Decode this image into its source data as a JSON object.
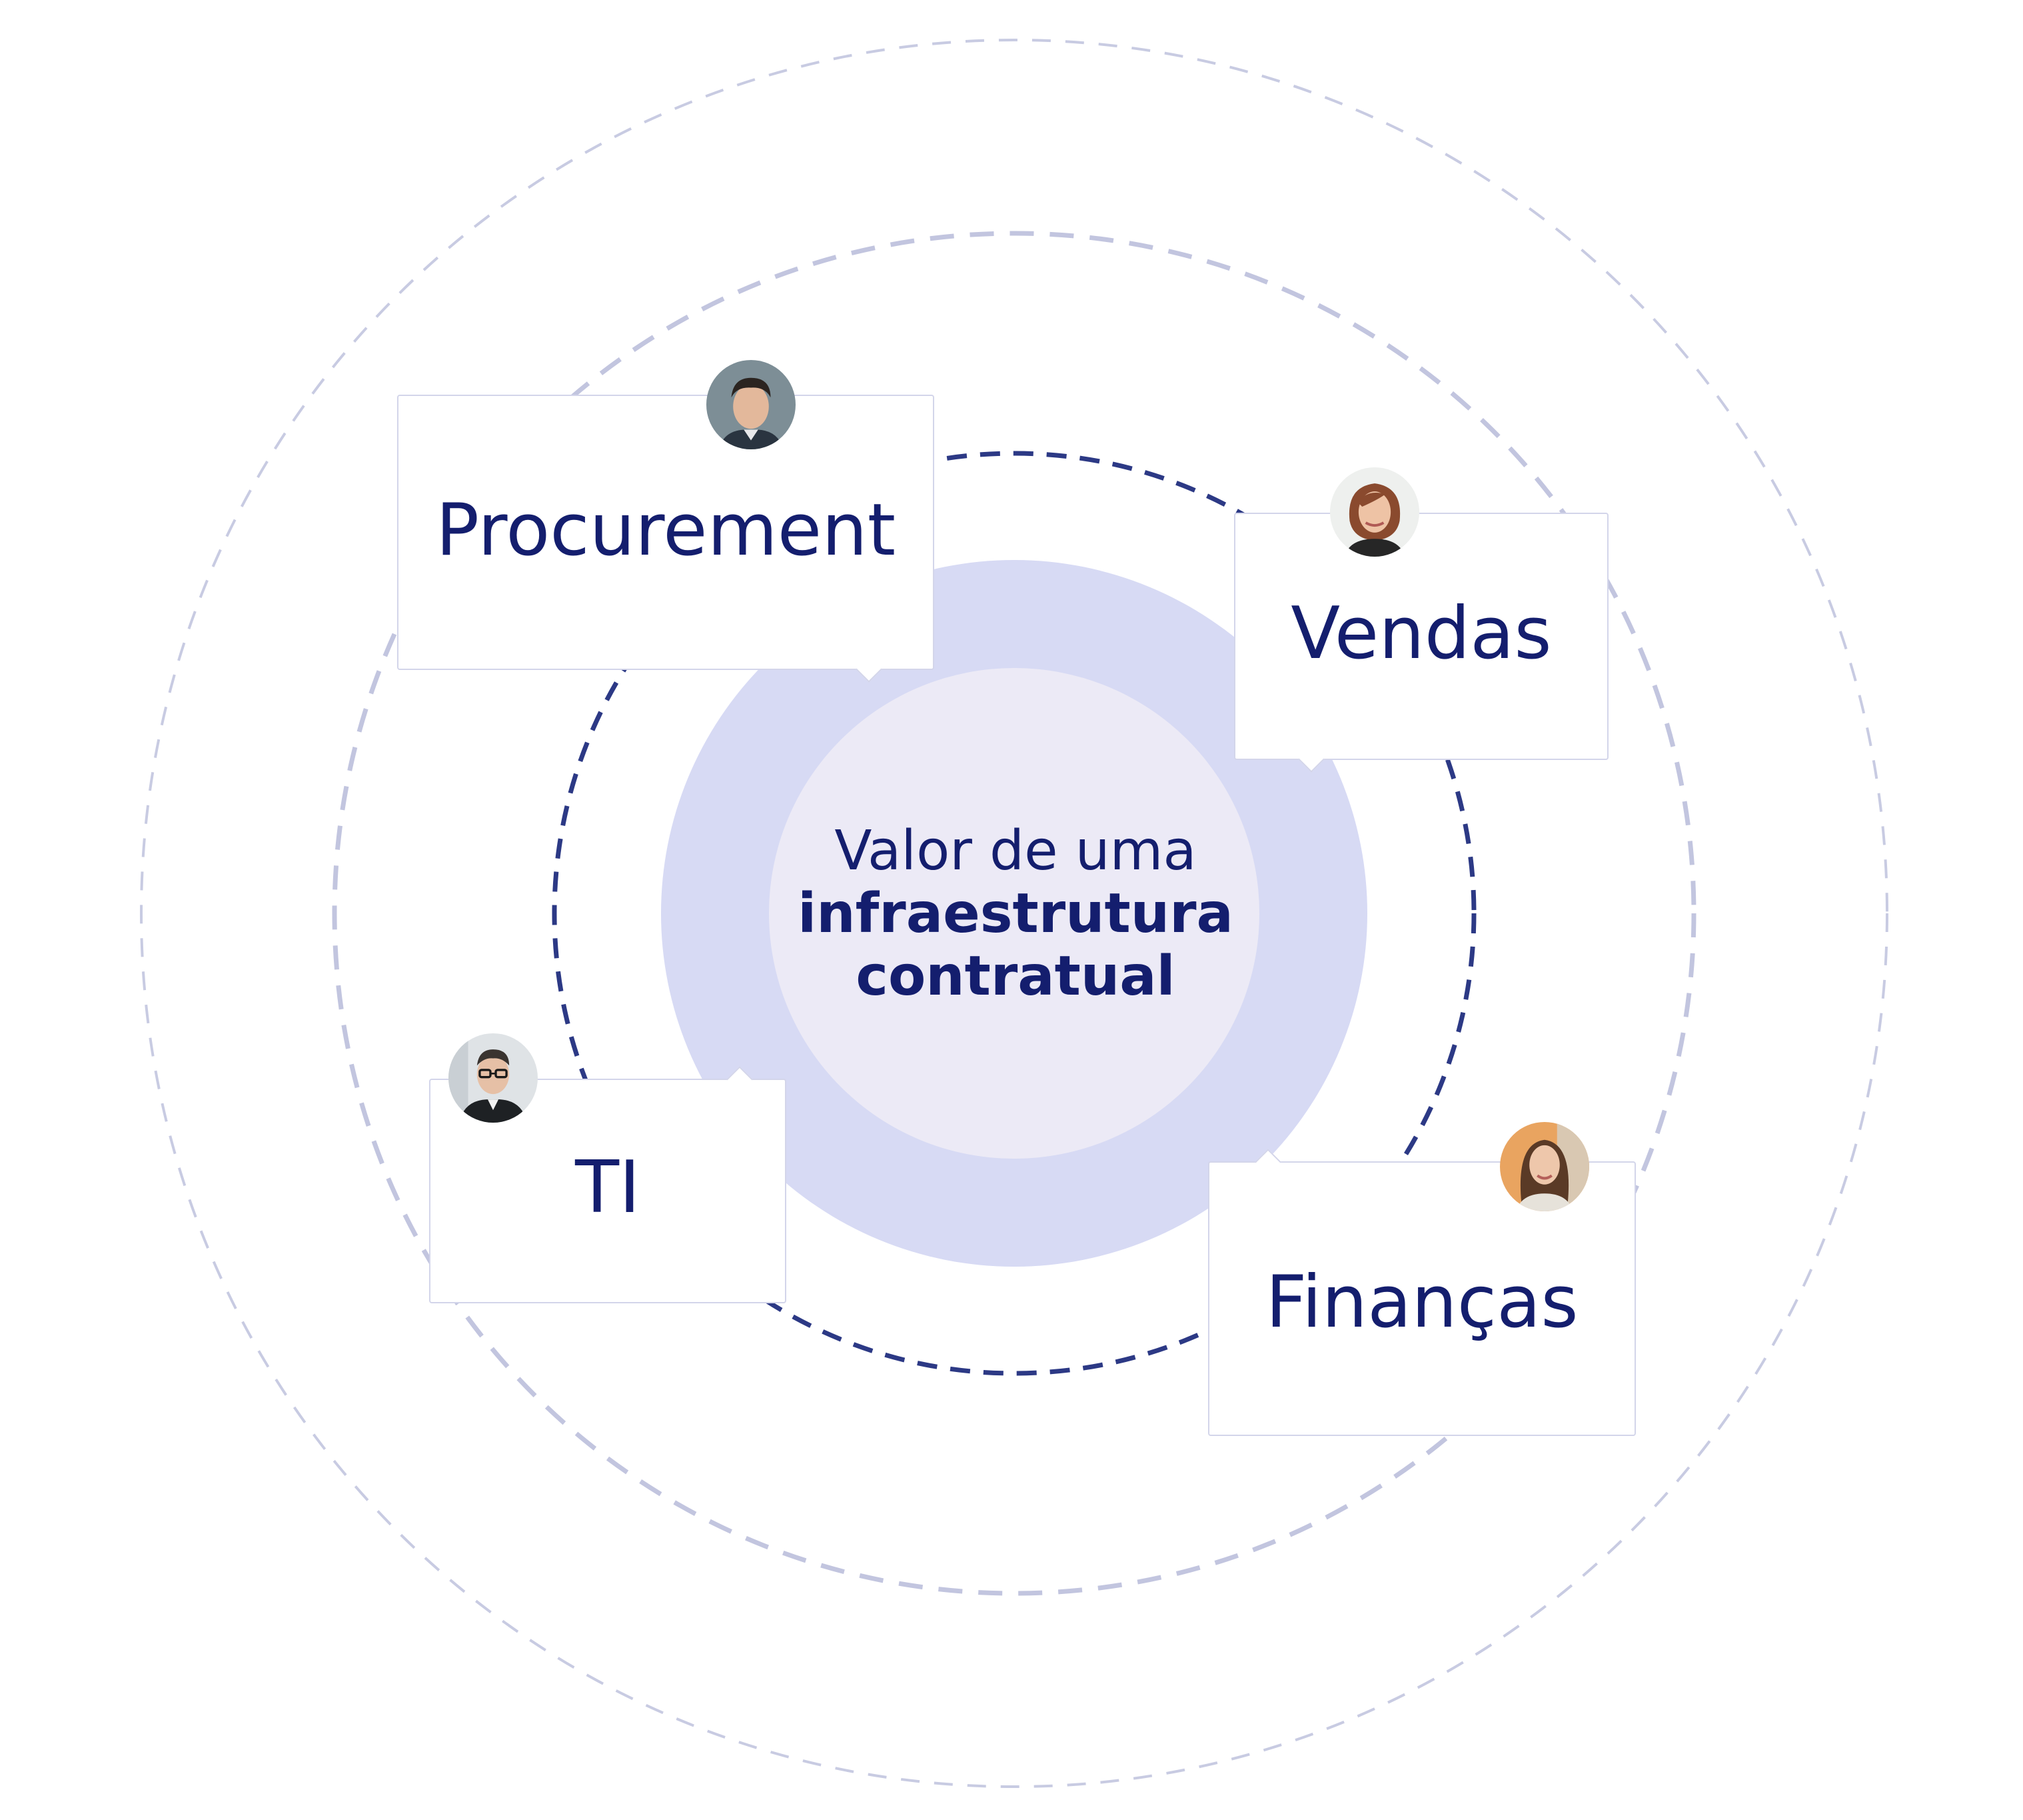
{
  "center": {
    "line1": "Valor de uma",
    "line2": "infraestrutura",
    "line3": "contratual"
  },
  "departments": {
    "procurement": {
      "label": "Procurement",
      "avatar": "man-short-dark-hair-avatar"
    },
    "vendas": {
      "label": "Vendas",
      "avatar": "woman-auburn-hair-avatar"
    },
    "ti": {
      "label": "TI",
      "avatar": "man-glasses-avatar"
    },
    "financas": {
      "label": "Finanças",
      "avatar": "woman-long-brown-hair-avatar"
    }
  },
  "colors": {
    "text": "#141e6e",
    "ring_inner": "#2c3985",
    "ring_soft": "#c2c5df",
    "disc_outer": "#d7daf4",
    "disc_inner": "#eceaf6",
    "card_border": "#d3d5ea"
  }
}
